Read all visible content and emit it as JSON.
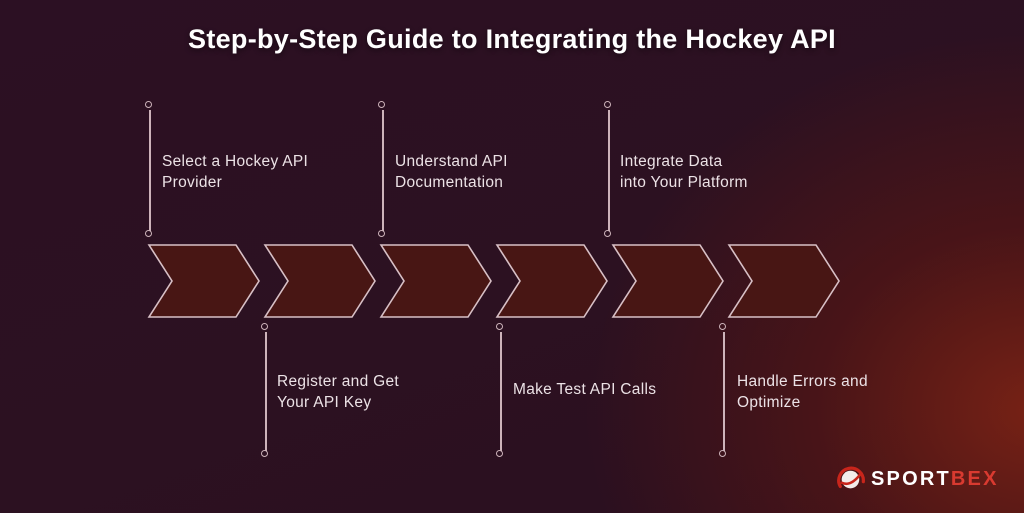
{
  "title": "Step-by-Step Guide to Integrating the Hockey API",
  "steps": [
    {
      "name": "select-provider",
      "position": "above",
      "line1": "Select a Hockey API",
      "line2": "Provider"
    },
    {
      "name": "register-api-key",
      "position": "below",
      "line1": "Register and Get",
      "line2": "Your API Key"
    },
    {
      "name": "understand-docs",
      "position": "above",
      "line1": "Understand API",
      "line2": "Documentation"
    },
    {
      "name": "test-api-calls",
      "position": "below",
      "line1": "Make Test API Calls",
      "line2": ""
    },
    {
      "name": "integrate-data",
      "position": "above",
      "line1": "Integrate Data",
      "line2": "into Your Platform"
    },
    {
      "name": "handle-errors",
      "position": "below",
      "line1": "Handle Errors and",
      "line2": "Optimize"
    }
  ],
  "logo": {
    "text_primary": "SPORT",
    "text_accent": "BEX",
    "icon": "sportbex-ball-icon"
  },
  "colors": {
    "background_purple": "#2c1023",
    "background_red_glow": "#5c1712",
    "chevron_fill": "#481614",
    "chevron_stroke": "#d8c0c6",
    "connector": "#cdb3ba",
    "title_text": "#ffffff",
    "label_text": "#ece2e6",
    "logo_accent": "#d93a30"
  }
}
